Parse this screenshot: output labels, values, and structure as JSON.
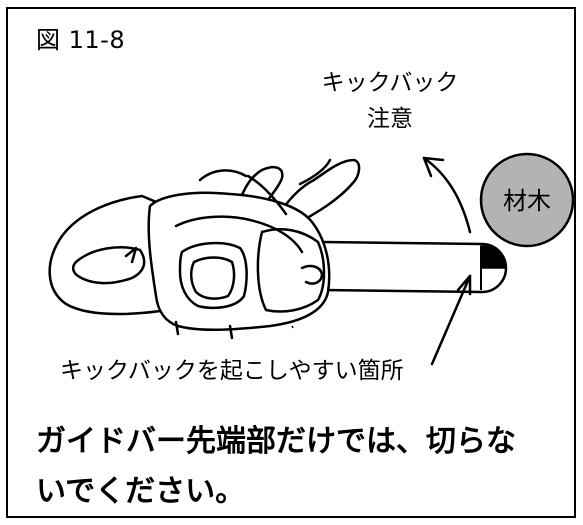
{
  "figure": {
    "label": "図 11-8",
    "kickback_title": "キックバック",
    "kickback_sub": "注意",
    "log_label": "材木",
    "callout": "キックバックを起こしやすい箇所",
    "warning_line1": "ガイドバー先端部だけでは、切らな",
    "warning_line2": "いでください。"
  },
  "colors": {
    "log_fill": "#b3b3b3",
    "line": "#000000",
    "tip_fill": "#000000"
  }
}
